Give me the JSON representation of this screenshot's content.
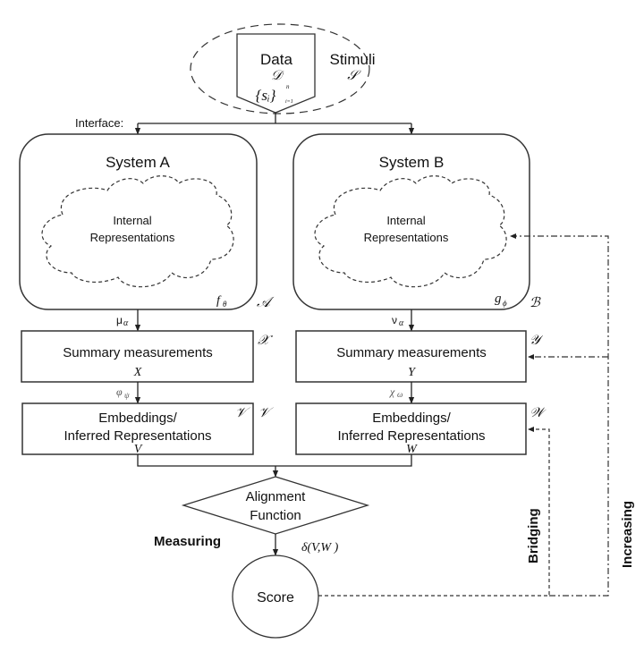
{
  "stimuli": {
    "data_label": "Data",
    "data_symbol": "𝒟",
    "set_notation": "{sᵢ}",
    "set_sup": "n",
    "set_sub": "i=1",
    "stimuli_label": "Stimuli",
    "stimuli_symbol": "𝒮"
  },
  "interface_label": "Interface:",
  "system_a": {
    "title": "System A",
    "cloud_line1": "Internal",
    "cloud_line2": "Representations",
    "function_symbol": "f",
    "function_sub": "θ",
    "space_symbol": "𝒜",
    "map_to_summary": "μ",
    "map_to_summary_sub": "α",
    "summary_label": "Summary measurements",
    "summary_var": "X",
    "summary_space": "𝒳",
    "map_to_embed": "φ",
    "map_to_embed_sub": "ψ",
    "embed_line1": "Embeddings/",
    "embed_line2": "Inferred Representations",
    "embed_var": "V",
    "embed_space_inner": "𝒱",
    "embed_space": "𝒱"
  },
  "system_b": {
    "title": "System B",
    "cloud_line1": "Internal",
    "cloud_line2": "Representations",
    "function_symbol": "g",
    "function_sub": "ϕ",
    "space_symbol": "ℬ",
    "map_to_summary": "ν",
    "map_to_summary_sub": "α",
    "summary_label": "Summary measurements",
    "summary_var": "Y",
    "summary_space": "𝒴",
    "map_to_embed": "χ",
    "map_to_embed_sub": "ω",
    "embed_line1": "Embeddings/",
    "embed_line2": "Inferred Representations",
    "embed_var": "W",
    "embed_space": "𝒲"
  },
  "alignment": {
    "line1": "Alignment",
    "line2": "Function",
    "measure_label": "Measuring",
    "delta": "δ(V,W )"
  },
  "score_label": "Score",
  "feedback": {
    "bridging_label": "Bridging",
    "increasing_label": "Increasing"
  }
}
